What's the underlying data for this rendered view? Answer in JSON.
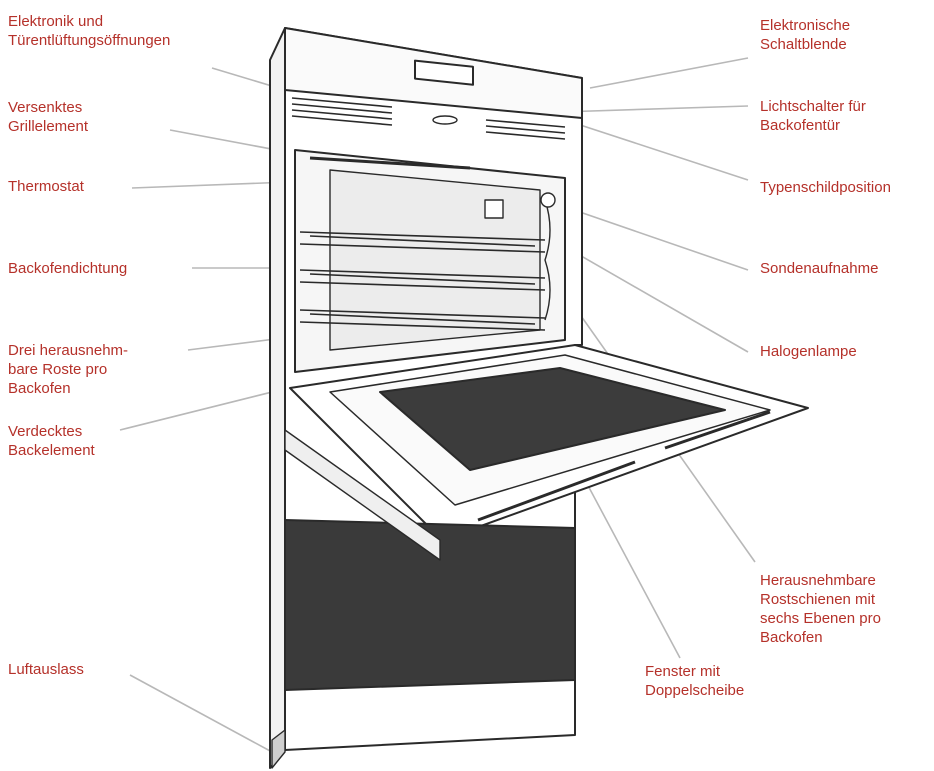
{
  "colors": {
    "label": "#b5312a",
    "leader": "#b8b8b8",
    "outline": "#2a2a2a"
  },
  "labels": {
    "elektronik": "Elektronik und\nTürentlüftungsöffnungen",
    "grill": "Versenktes\nGrillelement",
    "thermostat": "Thermostat",
    "dichtung": "Backofendichtung",
    "roste": "Drei herausnehm-\nbare Roste pro\nBackofen",
    "backelement": "Verdecktes\nBackelement",
    "luftauslass": "Luftauslass",
    "schaltblende": "Elektronische\nSchaltblende",
    "lichtschalter": "Lichtschalter für\nBackofentür",
    "typenschild": "Typenschildposition",
    "sonde": "Sondenaufnahme",
    "halogen": "Halogenlampe",
    "rostschienen": "Herausnehmbare\nRostschienen mit\nsechs Ebenen pro\nBackofen",
    "fenster": "Fenster mit\nDoppelscheibe"
  }
}
